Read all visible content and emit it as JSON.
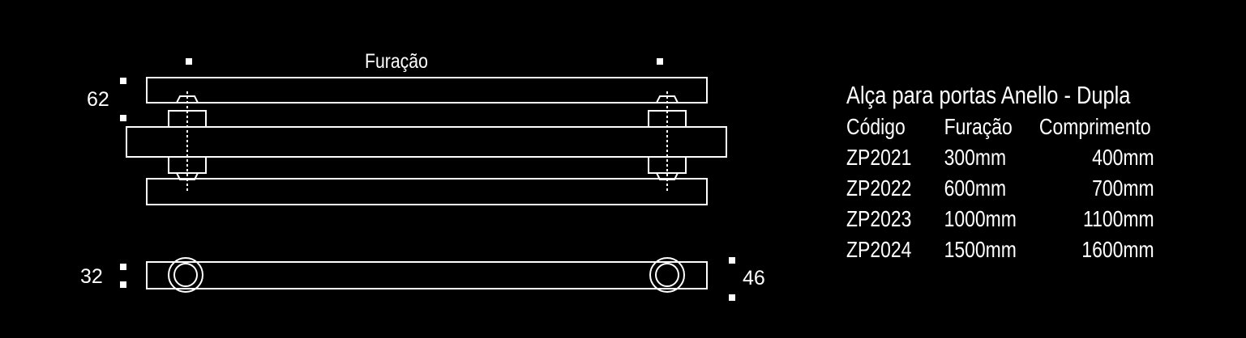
{
  "diagram": {
    "furacao_label": "Furação",
    "height_dim_label": "62",
    "base_dim_label": "32",
    "width_dim_label": "46"
  },
  "spec": {
    "title": "Alça para portas Anello - Dupla",
    "headers": {
      "codigo": "Código",
      "furacao": "Furação",
      "comprimento": "Comprimento"
    },
    "rows": [
      {
        "codigo": "ZP2021",
        "furacao": "300mm",
        "comprimento": "400mm"
      },
      {
        "codigo": "ZP2022",
        "furacao": "600mm",
        "comprimento": "700mm"
      },
      {
        "codigo": "ZP2023",
        "furacao": "1000mm",
        "comprimento": "1100mm"
      },
      {
        "codigo": "ZP2024",
        "furacao": "1500mm",
        "comprimento": "1600mm"
      }
    ]
  }
}
